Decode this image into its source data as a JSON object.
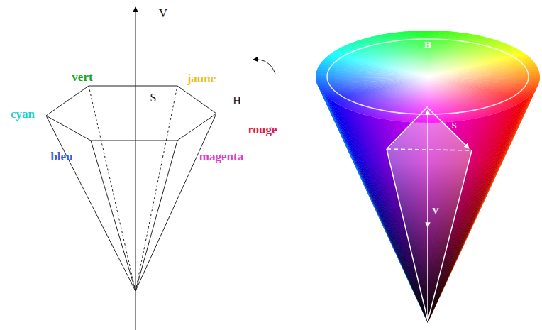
{
  "diagram": {
    "labels": [
      "V",
      "vert",
      "jaune",
      "S",
      "H",
      "cyan",
      "rouge",
      "bleu",
      "magenta",
      "H",
      "S",
      "V"
    ]
  }
}
